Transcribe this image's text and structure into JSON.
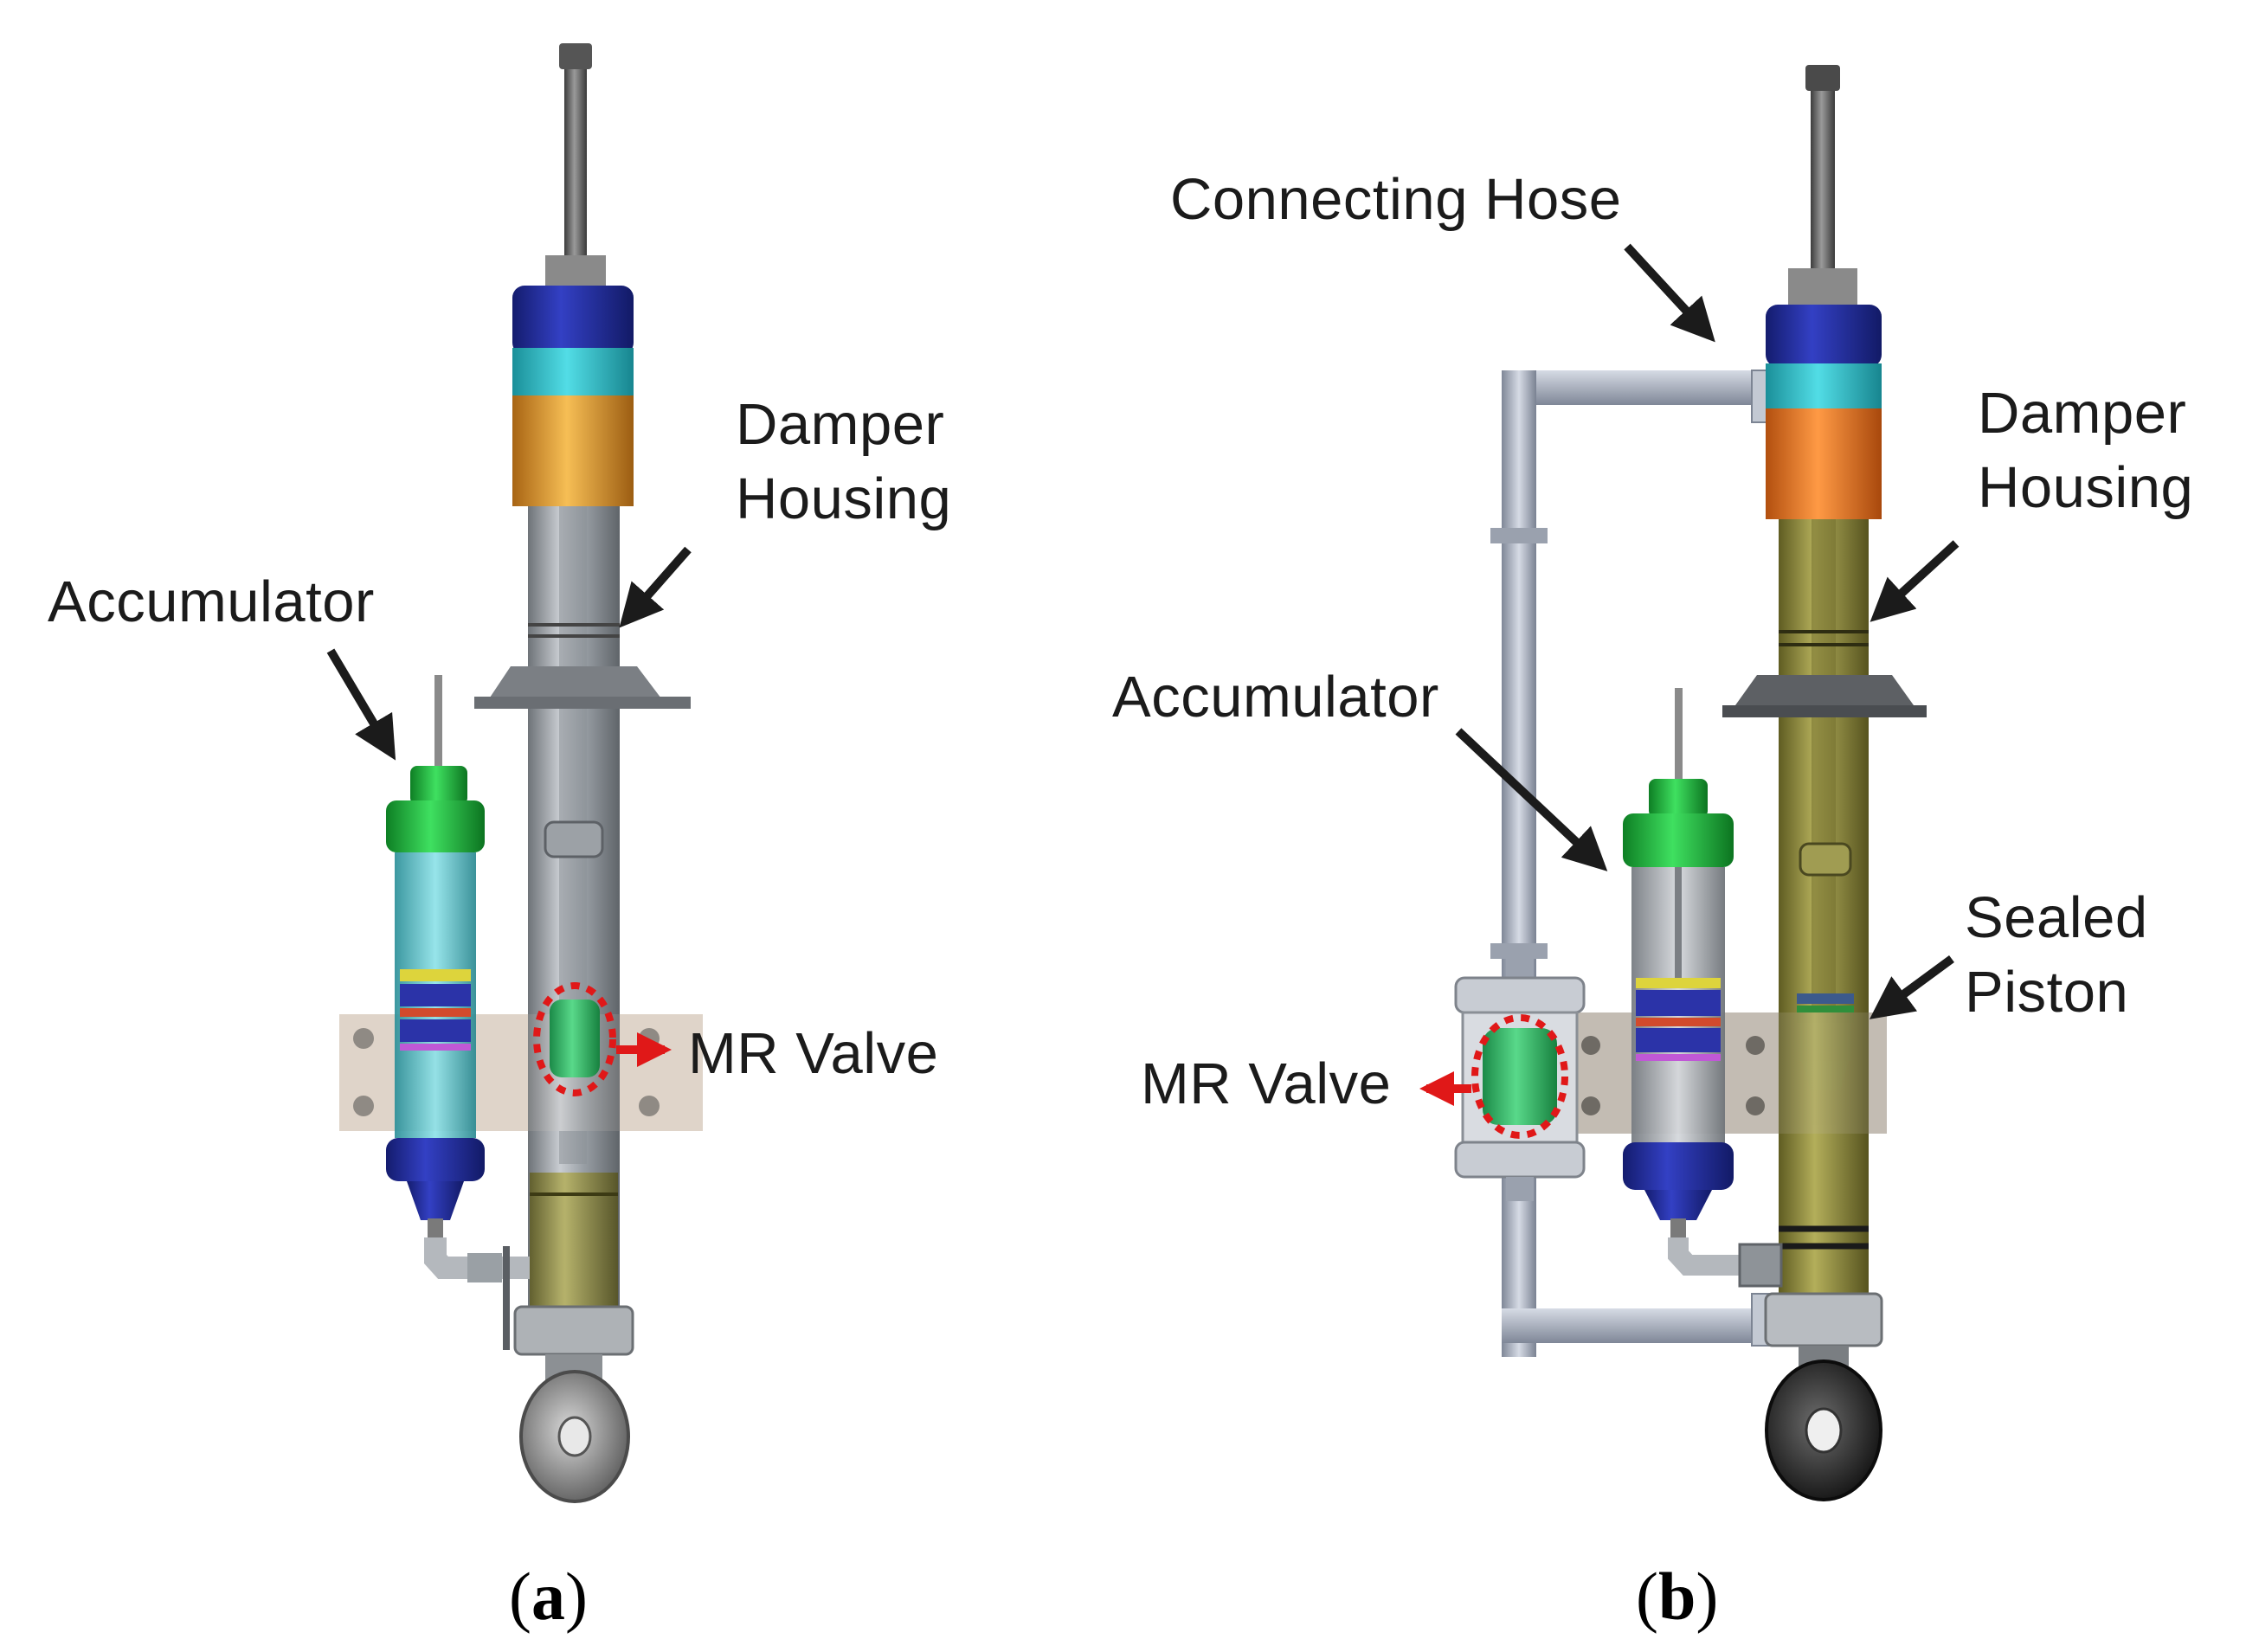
{
  "panel_a": {
    "labels": {
      "damper_housing_line1": "Damper",
      "damper_housing_line2": "Housing",
      "accumulator": "Accumulator",
      "mr_valve": "MR Valve"
    },
    "caption_open": "(",
    "caption_letter": "a",
    "caption_close": ")"
  },
  "panel_b": {
    "labels": {
      "connecting_hose": "Connecting Hose",
      "damper_housing_line1": "Damper",
      "damper_housing_line2": "Housing",
      "accumulator": "Accumulator",
      "sealed_piston_line1": "Sealed",
      "sealed_piston_line2": "Piston",
      "mr_valve": "MR Valve"
    },
    "caption_open": "(",
    "caption_letter": "b",
    "caption_close": ")"
  },
  "colors": {
    "damper_cap_blue": "#1f2a9c",
    "damper_cyan_band": "#2fc4cf",
    "damper_orange_band_a": "#e19a2c",
    "damper_orange_band_b": "#ee7a25",
    "accumulator_green": "#1fbf3f",
    "accumulator_blue": "#1f2a9c",
    "mr_valve_green": "#2fbf60",
    "mr_valve_outline_red": "#e01818",
    "hose_grey": "#a9b3c4",
    "housing_olive": "#8d8a3a"
  }
}
